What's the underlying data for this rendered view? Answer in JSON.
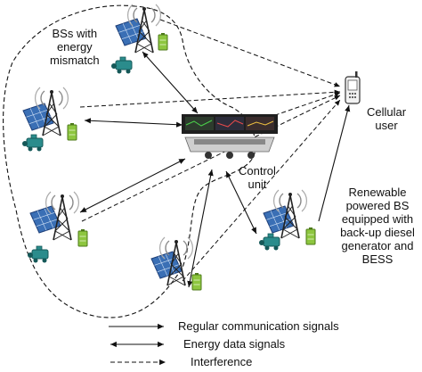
{
  "labels": {
    "bs_mismatch": [
      "BSs with",
      "energy",
      "mismatch"
    ],
    "cellular_user": [
      "Cellular",
      "user"
    ],
    "control_unit": [
      "Control",
      "unit"
    ],
    "renewable_bs": [
      "Renewable",
      "powered BS",
      "equipped with",
      "back-up diesel",
      "generator and",
      "BESS"
    ]
  },
  "legend": {
    "regular": "Regular communication signals",
    "energy": "Energy data signals",
    "interference": "Interference"
  },
  "colors": {
    "ink": "#111111",
    "panel": "#3a6fb5",
    "generator": "#2b8c8c",
    "battery": "#8dc63f",
    "screen": "#1f1f1f"
  }
}
